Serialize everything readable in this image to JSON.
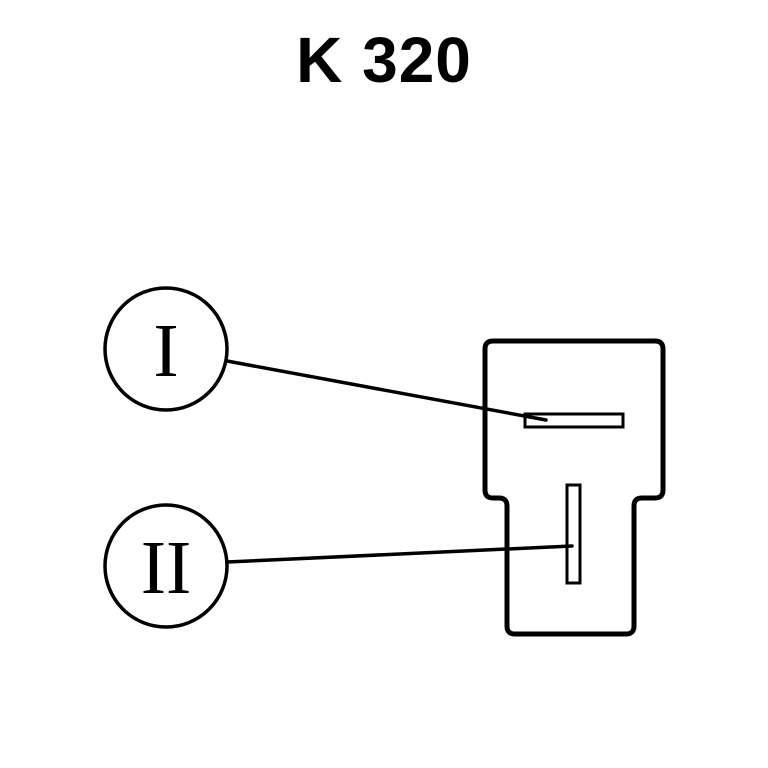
{
  "title": "K 320",
  "callouts": [
    {
      "label": "I"
    },
    {
      "label": "II"
    }
  ],
  "colors": {
    "stroke": "#000000",
    "background": "#ffffff"
  }
}
